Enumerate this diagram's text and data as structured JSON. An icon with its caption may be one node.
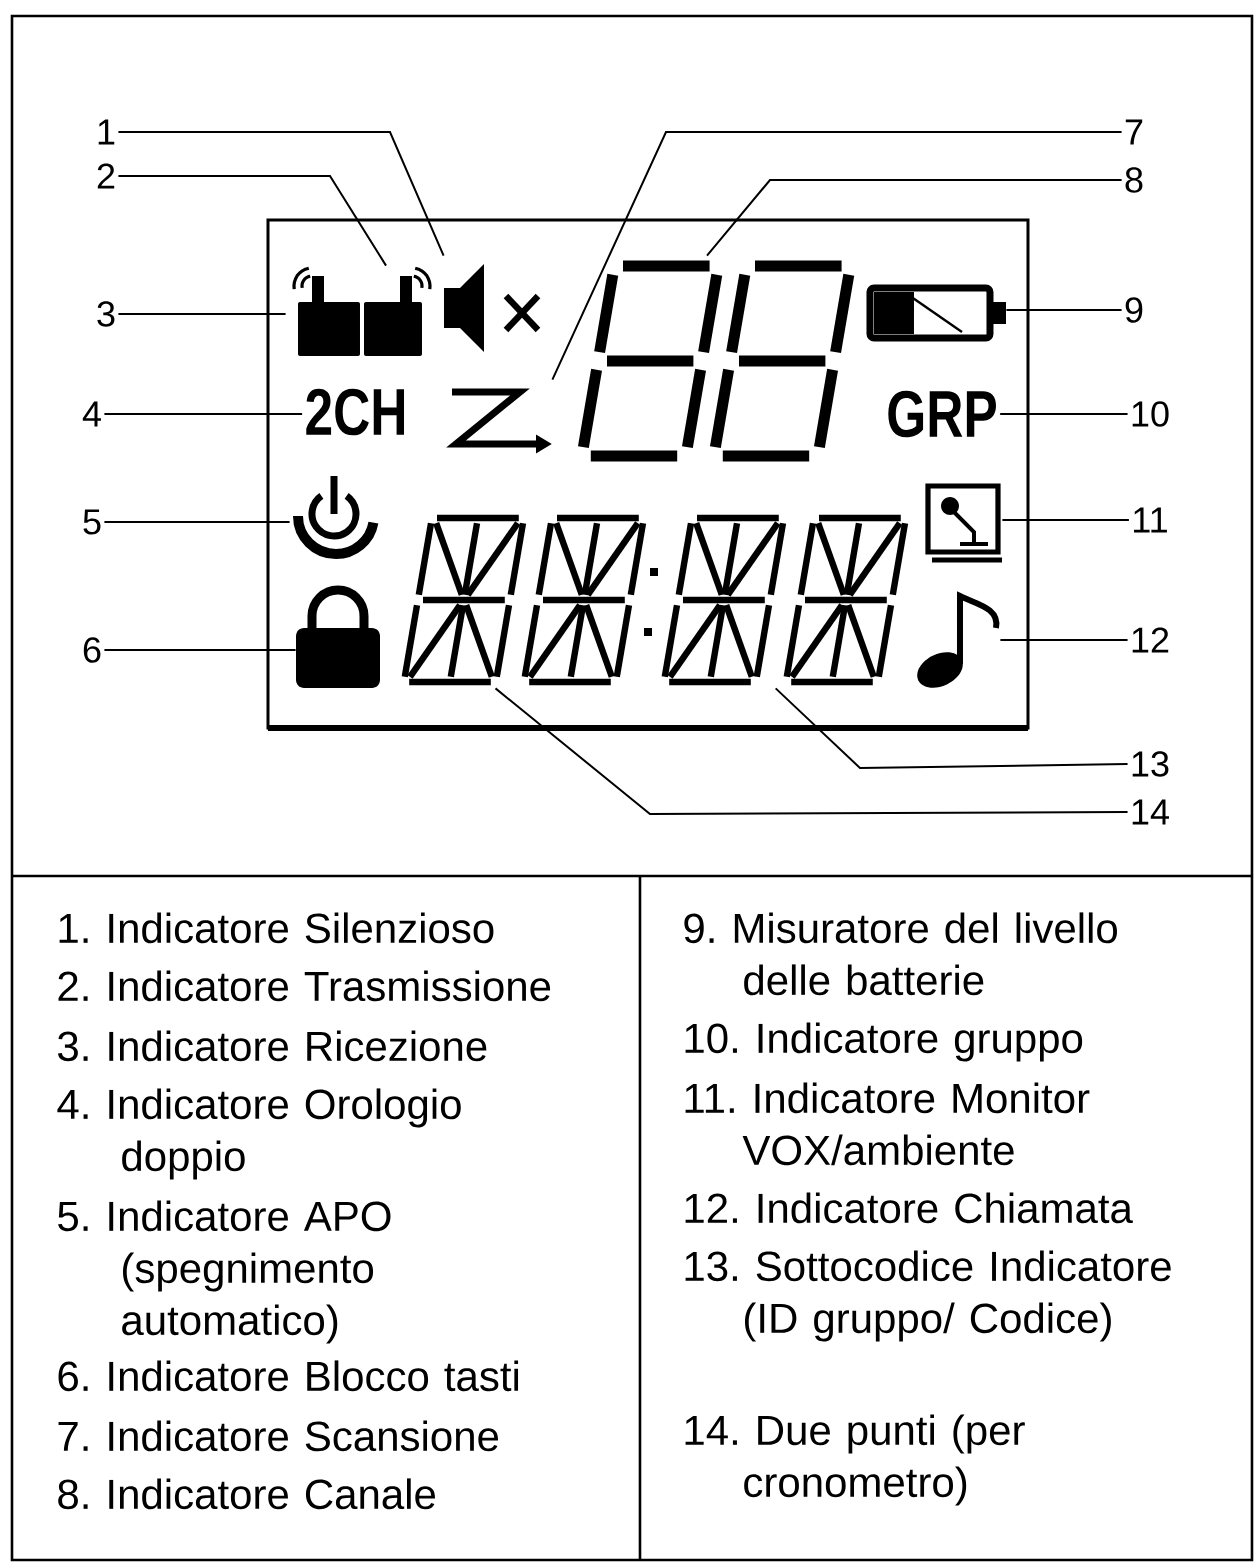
{
  "diagram": {
    "nodes": [
      {
        "text": [
          "1"
        ]
      },
      {
        "text": [
          "2"
        ]
      },
      {
        "text": [
          "3"
        ]
      },
      {
        "text": [
          "4"
        ]
      },
      {
        "text": [
          "5"
        ]
      },
      {
        "text": [
          "6"
        ]
      },
      {
        "text": [
          "7"
        ]
      },
      {
        "text": [
          "8"
        ]
      },
      {
        "text": [
          "9"
        ]
      },
      {
        "text": [
          "10"
        ]
      },
      {
        "text": [
          "11"
        ]
      },
      {
        "text": [
          "12"
        ]
      },
      {
        "text": [
          "13"
        ]
      },
      {
        "text": [
          "14"
        ]
      },
      {
        "text": [],
        "shape": "box"
      },
      {
        "text": [],
        "shape": "radio",
        "in": 14
      },
      {
        "text": [],
        "shape": "radio",
        "in": 14
      },
      {
        "text": [],
        "shape": "speaker",
        "in": 14
      },
      {
        "text": [
          "2CH"
        ],
        "in": 14
      },
      {
        "text": [],
        "shape": "arrow",
        "in": 14
      },
      {
        "text": [],
        "shape": "display",
        "in": 14
      },
      {
        "text": [],
        "shape": "battery",
        "in": 14
      },
      {
        "text": [
          "GRP"
        ],
        "in": 14
      },
      {
        "text": [],
        "shape": "power",
        "in": 14
      },
      {
        "text": [],
        "shape": "padlock",
        "in": 14
      },
      {
        "text": [],
        "shape": "segments",
        "in": 14
      },
      {
        "text": [],
        "shape": "monitor",
        "in": 14
      },
      {
        "text": [],
        "shape": "note",
        "in": 14
      }
    ],
    "edges": [
      {
        "from": 0,
        "to": 17,
        "arrow": "none"
      },
      {
        "from": 1,
        "to": 16,
        "arrow": "none"
      },
      {
        "from": 2,
        "to": 15,
        "arrow": "none"
      },
      {
        "from": 3,
        "to": 18,
        "arrow": "none"
      },
      {
        "from": 4,
        "to": 23,
        "arrow": "none"
      },
      {
        "from": 5,
        "to": 24,
        "arrow": "none"
      },
      {
        "from": 6,
        "to": 19,
        "arrow": "none"
      },
      {
        "from": 7,
        "to": 20,
        "arrow": "none"
      },
      {
        "from": 8,
        "to": 21,
        "arrow": "none"
      },
      {
        "from": 9,
        "to": 22,
        "arrow": "none"
      },
      {
        "from": 10,
        "to": 26,
        "arrow": "none"
      },
      {
        "from": 11,
        "to": 27,
        "arrow": "none"
      },
      {
        "from": 12,
        "to": 25,
        "arrow": "none"
      },
      {
        "from": 13,
        "to": 25,
        "arrow": "none"
      }
    ],
    "labels": [
      "1. Indicatore Silenzioso",
      "2. Indicatore Trasmissione",
      "3. Indicatore Ricezione",
      "4. Indicatore Orologio doppio",
      "5. Indicatore APO (spegnimento automatico)",
      "6. Indicatore Blocco tasti",
      "7. Indicatore Scansione",
      "8. Indicatore Canale",
      "9. Misuratore del livello delle batterie",
      "10. Indicatore gruppo",
      "11. Indicatore Monitor VOX/ambiente",
      "12. Indicatore Chiamata",
      "13. Sottocodice Indicatore (ID gruppo/ Codice)",
      "14. Due punti (per cronometro)"
    ]
  }
}
